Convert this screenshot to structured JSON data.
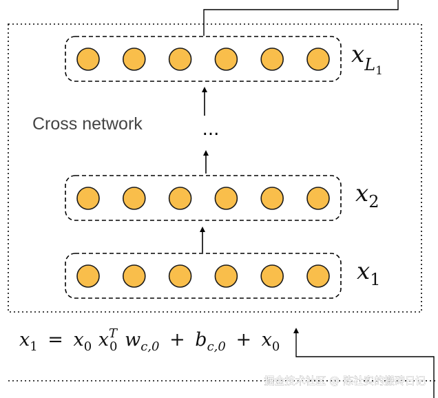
{
  "diagram": {
    "panel_label": "Cross network",
    "ellipsis": "...",
    "layers": [
      {
        "id": "top",
        "symbol": "x",
        "subscript": "L",
        "sub_subscript": "1",
        "nodes": 6
      },
      {
        "id": "mid",
        "symbol": "x",
        "subscript": "2",
        "nodes": 6
      },
      {
        "id": "bottom",
        "symbol": "x",
        "subscript": "1",
        "nodes": 6
      }
    ],
    "formula": {
      "lhs": "x",
      "lhs_sub": "1",
      "eq": "=",
      "t1": "x",
      "t1_sub": "0",
      "t2": "x",
      "t2_sub": "0",
      "t2_sup": "T",
      "t3": "w",
      "t3_sub": "c,0",
      "plus1": "+",
      "t4": "b",
      "t4_sub": "c,0",
      "plus2": "+",
      "t5": "x",
      "t5_sub": "0"
    },
    "watermark": "掘金技术社区 @ 陈社实的搬砖日记",
    "colors": {
      "node_fill": "#F9BE4B",
      "node_stroke": "#1a1a1a",
      "line": "#000000"
    }
  }
}
